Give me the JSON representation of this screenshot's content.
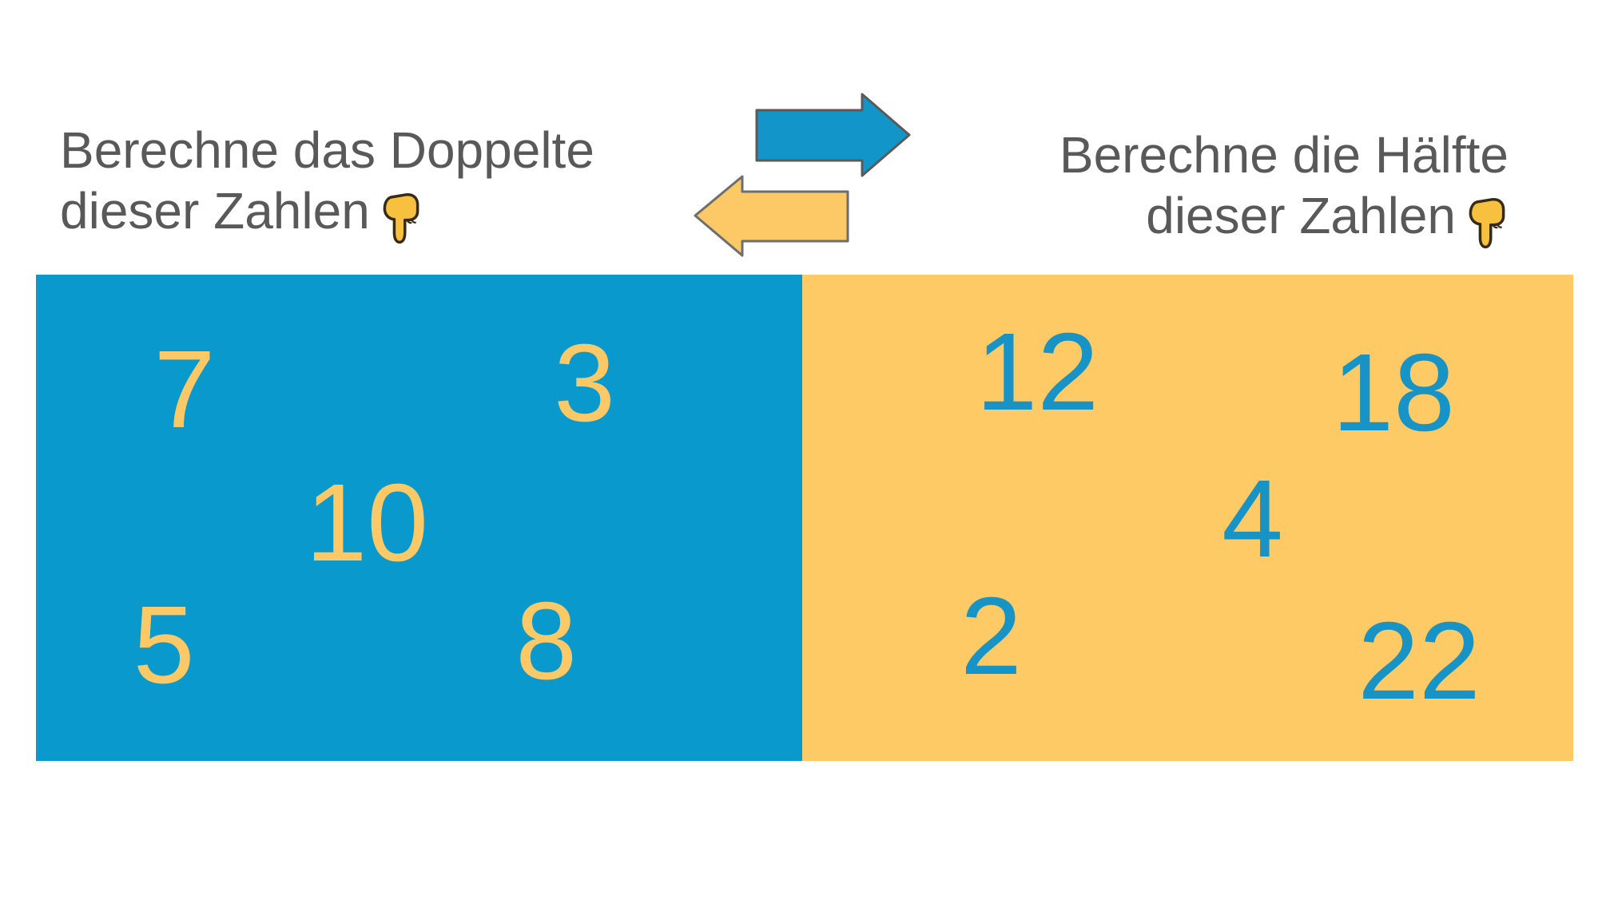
{
  "instructions": {
    "left": {
      "line1": "Berechne das Doppelte",
      "line2": "dieser Zahlen"
    },
    "right": {
      "line1": "Berechne die Hälfte",
      "line2": "dieser Zahlen"
    }
  },
  "icons": {
    "left_hand": "pointing-down-hand-emoji",
    "right_hand": "pointing-down-hand-emoji",
    "arrow_right": "blue-arrow-pointing-right",
    "arrow_left": "yellow-arrow-pointing-left"
  },
  "boxes": {
    "double": {
      "numbers": [
        "7",
        "3",
        "10",
        "5",
        "8"
      ]
    },
    "half": {
      "numbers": [
        "12",
        "18",
        "4",
        "2",
        "22"
      ]
    }
  },
  "colors": {
    "box_blue": "#0999CC",
    "box_yellow": "#FDCA66",
    "digit_yellow": "#FCC966",
    "digit_blue": "#1793C5",
    "text_gray": "#595959",
    "arrow_outline": "#5A5A5A"
  }
}
